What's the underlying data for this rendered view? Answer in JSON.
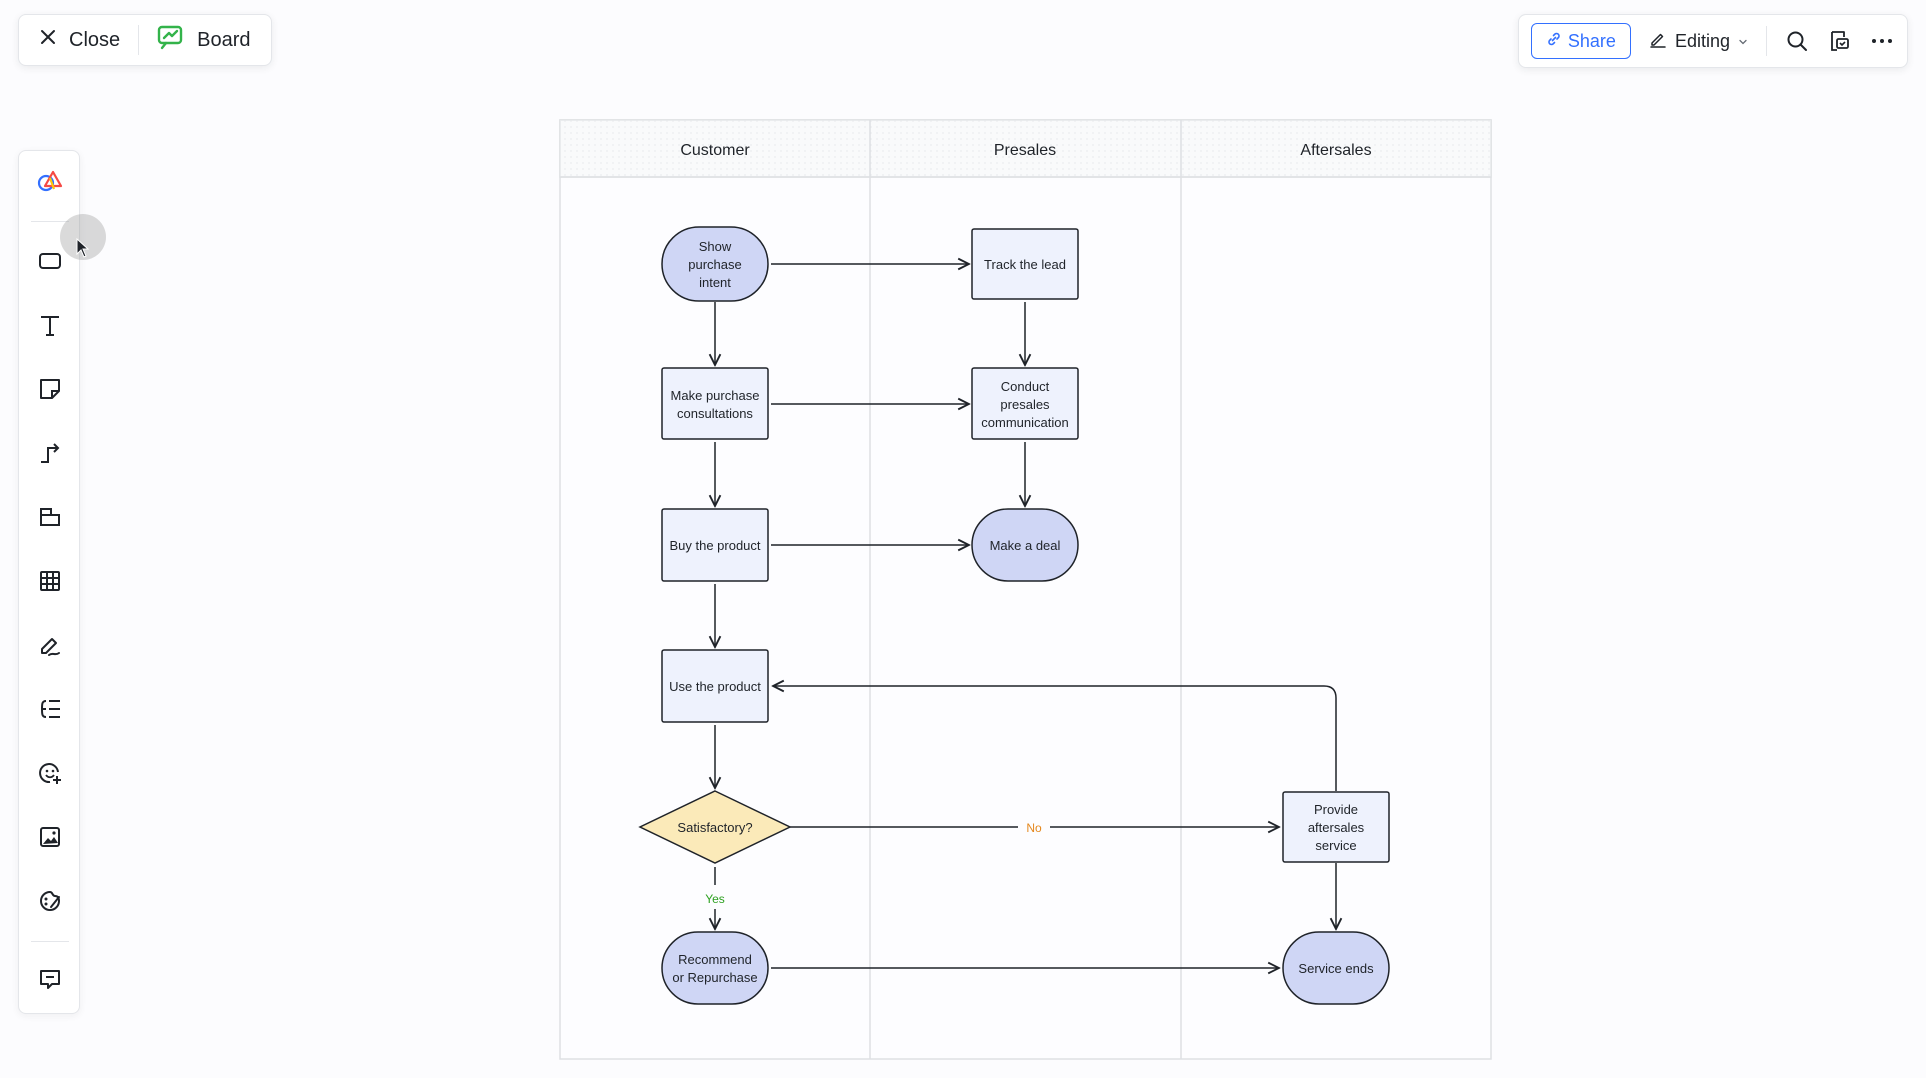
{
  "header": {
    "close_label": "Close",
    "board_label": "Board",
    "share_label": "Share",
    "editing_label": "Editing"
  },
  "icons": {
    "close": "close-icon",
    "board": "board-icon",
    "link": "link-icon",
    "pencil": "pencil-icon",
    "chevron": "chevron-down-icon",
    "search": "search-icon",
    "present": "present-icon",
    "more": "more-icon"
  },
  "sidebar": {
    "items": [
      {
        "name": "shapes-logo"
      },
      {
        "name": "rectangle-tool"
      },
      {
        "name": "text-tool"
      },
      {
        "name": "sticky-note-tool"
      },
      {
        "name": "connector-tool"
      },
      {
        "name": "frame-tool"
      },
      {
        "name": "table-tool"
      },
      {
        "name": "pen-tool"
      },
      {
        "name": "mindmap-tool"
      },
      {
        "name": "sticker-tool"
      },
      {
        "name": "image-tool"
      },
      {
        "name": "style-tool"
      },
      {
        "name": "comment-tool"
      }
    ]
  },
  "colors": {
    "accent": "#3370ff",
    "terminal_fill": "#cfd6f5",
    "process_fill": "#eef2fd",
    "decision_fill": "#fbeab9",
    "no_label": "#e5891f",
    "yes_label": "#2ea121"
  },
  "diagram": {
    "lanes": [
      "Customer",
      "Presales",
      "Aftersales"
    ],
    "nodes": {
      "show_intent": [
        "Show",
        "purchase",
        "intent"
      ],
      "consult": [
        "Make purchase",
        "consultations"
      ],
      "buy": [
        "Buy the product"
      ],
      "use": [
        "Use the product"
      ],
      "satisfactory": [
        "Satisfactory?"
      ],
      "recommend": [
        "Recommend",
        "or Repurchase"
      ],
      "track": [
        "Track the lead"
      ],
      "presales_comm": [
        "Conduct",
        "presales",
        "communication"
      ],
      "deal": [
        "Make a deal"
      ],
      "aftersales": [
        "Provide",
        "aftersales",
        "service"
      ],
      "service_ends": [
        "Service ends"
      ]
    },
    "edge_labels": {
      "no": "No",
      "yes": "Yes"
    }
  }
}
